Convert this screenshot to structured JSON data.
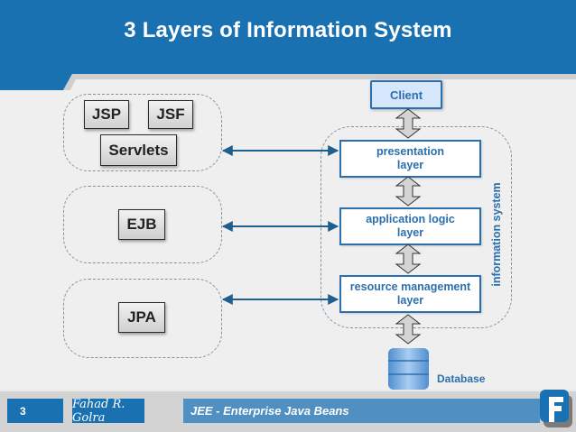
{
  "header": {
    "title": "3 Layers of Information System"
  },
  "left_groups": {
    "web": {
      "items": [
        "JSP",
        "JSF",
        "Servlets"
      ]
    },
    "business": {
      "items": [
        "EJB"
      ]
    },
    "persistence": {
      "items": [
        "JPA"
      ]
    }
  },
  "right_stack": {
    "client": "Client",
    "layers": [
      {
        "line1": "presentation",
        "line2": "layer"
      },
      {
        "line1": "application logic",
        "line2": "layer"
      },
      {
        "line1": "resource management",
        "line2": "layer"
      }
    ],
    "group_label": "information system",
    "database_label": "Database"
  },
  "footer": {
    "slide_number": "3",
    "author": "Fahad R. Golra",
    "course": "JEE - Enterprise Java Beans",
    "logo": "F-logo"
  },
  "colors": {
    "primary": "#1a71b2",
    "accent": "#2c6fae",
    "secondary": "#4f8fc2"
  }
}
